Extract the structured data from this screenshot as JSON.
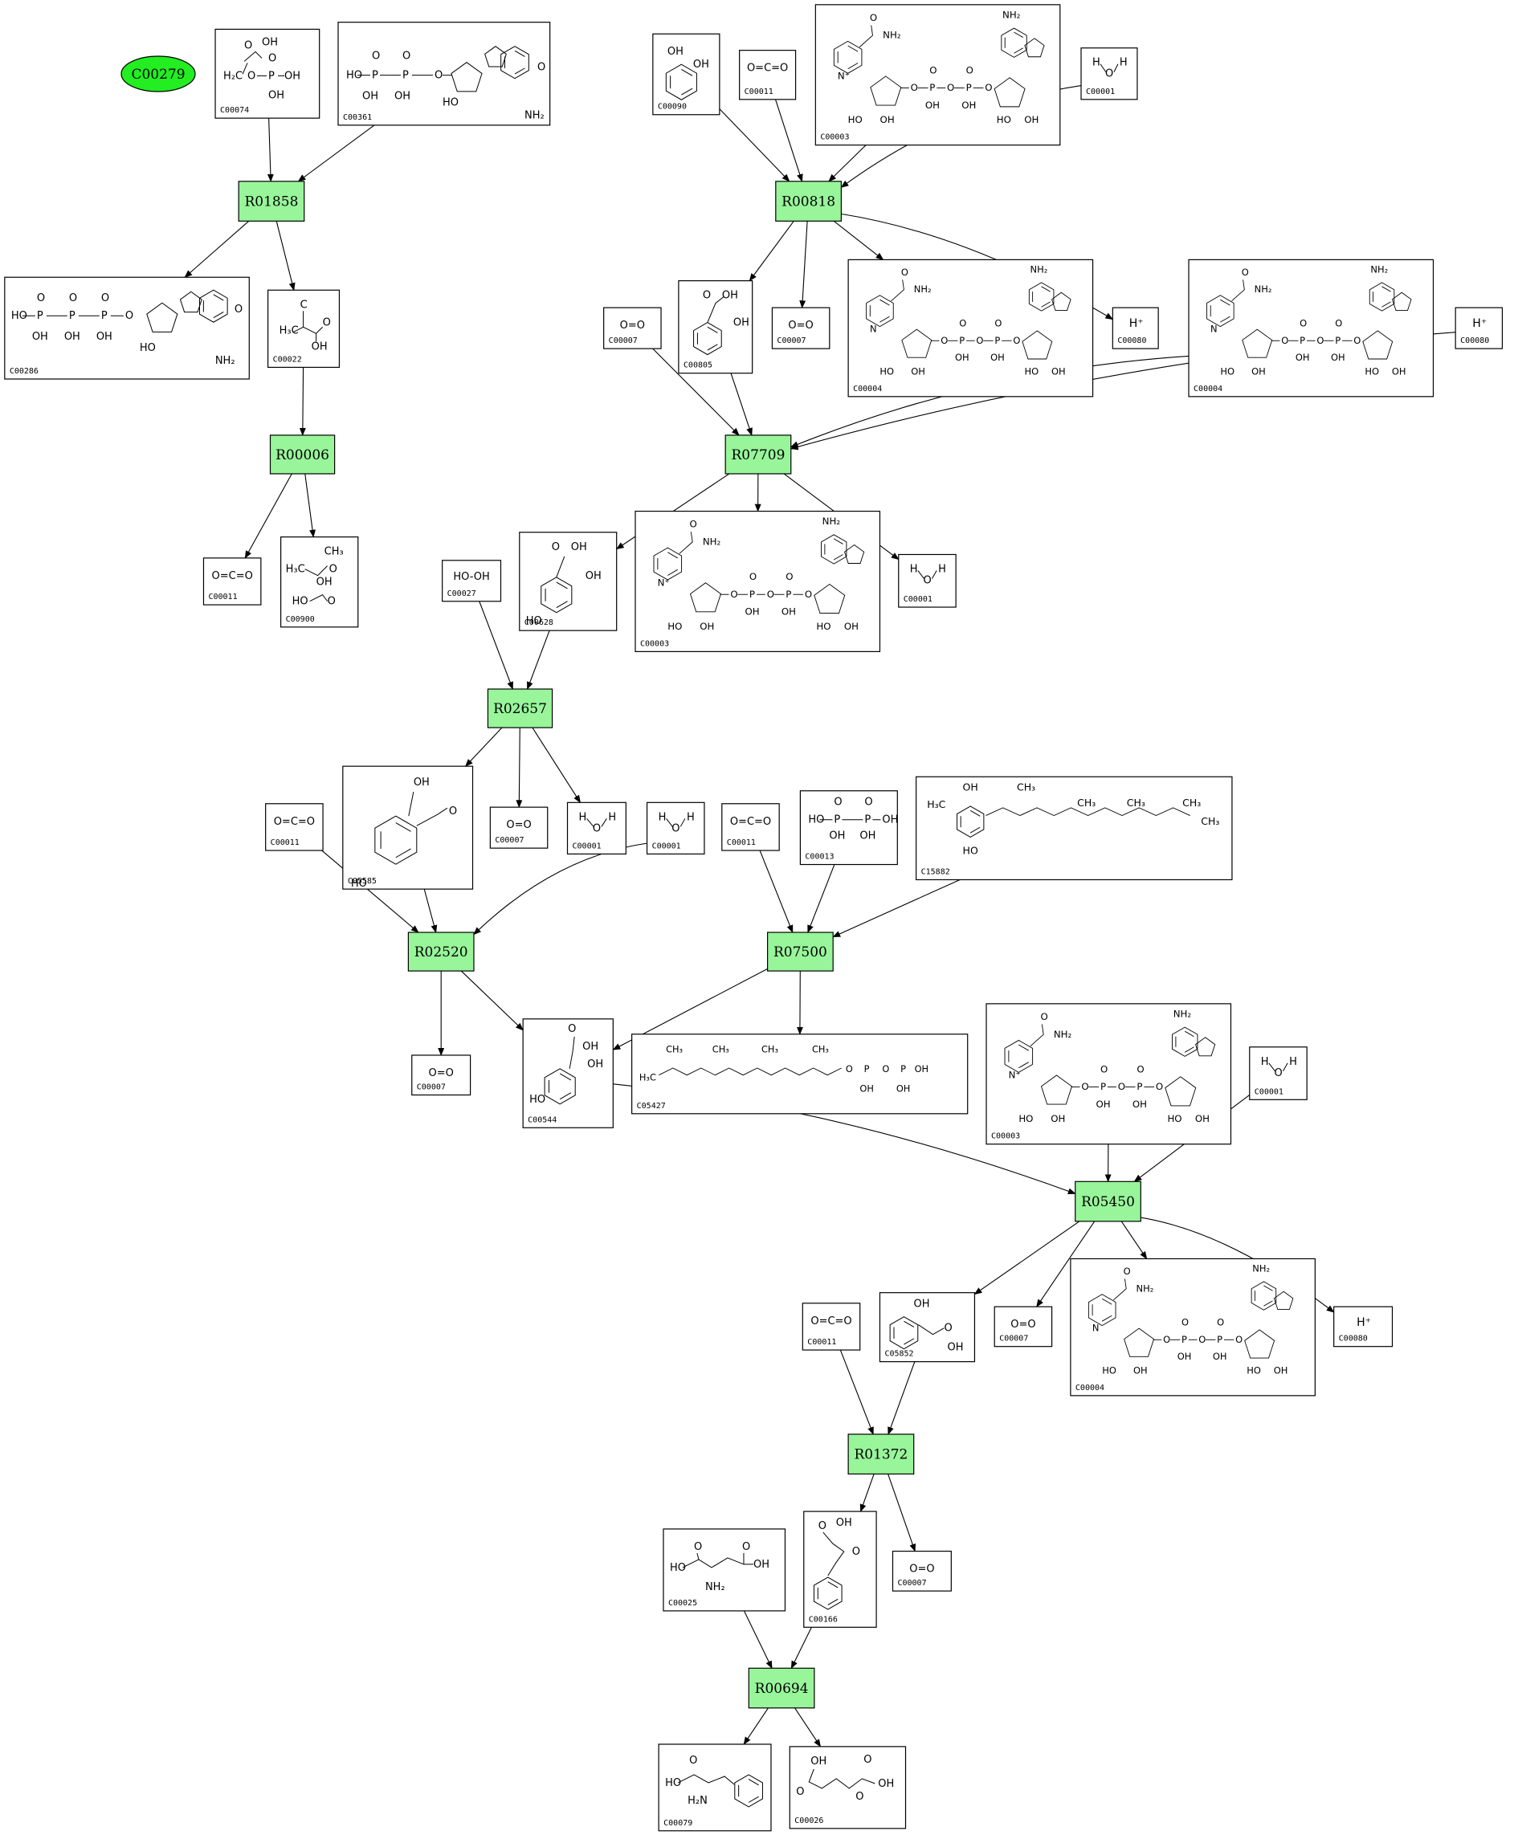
{
  "highlight": {
    "id": "C00279",
    "fill": "#22ee22"
  },
  "colors": {
    "reaction": "#98f59a",
    "highlight": "#22ee22",
    "line": "#000000"
  },
  "reactions": [
    {
      "key": "R01858",
      "label": "R01858"
    },
    {
      "key": "R00006",
      "label": "R00006"
    },
    {
      "key": "R00818",
      "label": "R00818"
    },
    {
      "key": "R07709",
      "label": "R07709"
    },
    {
      "key": "R02657",
      "label": "R02657"
    },
    {
      "key": "R02520",
      "label": "R02520"
    },
    {
      "key": "R07500",
      "label": "R07500"
    },
    {
      "key": "R05450",
      "label": "R05450"
    },
    {
      "key": "R01372",
      "label": "R01372"
    },
    {
      "key": "R00694",
      "label": "R00694"
    }
  ],
  "compounds": [
    {
      "key": "c00074",
      "id": "C00074",
      "struct": "pep"
    },
    {
      "key": "c00361",
      "id": "C00361",
      "struct": "nucleotide2"
    },
    {
      "key": "c00286",
      "id": "C00286",
      "struct": "nucleotide3"
    },
    {
      "key": "c00022",
      "id": "C00022",
      "struct": "pyruvate"
    },
    {
      "key": "c00011a",
      "id": "C00011",
      "struct": "co2"
    },
    {
      "key": "c00900",
      "id": "C00900",
      "struct": "acetolactate"
    },
    {
      "key": "c00090",
      "id": "C00090",
      "struct": "catechol"
    },
    {
      "key": "c00011b",
      "id": "C00011",
      "struct": "co2"
    },
    {
      "key": "c00003a",
      "id": "C00003",
      "struct": "nad"
    },
    {
      "key": "c00001a",
      "id": "C00001",
      "struct": "water"
    },
    {
      "key": "c00007a",
      "id": "C00007",
      "struct": "o2"
    },
    {
      "key": "c00805",
      "id": "C00805",
      "struct": "salicylate"
    },
    {
      "key": "c00007b",
      "id": "C00007",
      "struct": "o2"
    },
    {
      "key": "c00004a",
      "id": "C00004",
      "struct": "nadh"
    },
    {
      "key": "c00080a",
      "id": "C00080",
      "struct": "proton"
    },
    {
      "key": "c00004b",
      "id": "C00004",
      "struct": "nadh"
    },
    {
      "key": "c00080b",
      "id": "C00080",
      "struct": "proton"
    },
    {
      "key": "c00628",
      "id": "C00628",
      "struct": "gentisate"
    },
    {
      "key": "c00003b",
      "id": "C00003",
      "struct": "nad"
    },
    {
      "key": "c00001b",
      "id": "C00001",
      "struct": "water"
    },
    {
      "key": "c00027",
      "id": "C00027",
      "struct": "h2o2"
    },
    {
      "key": "c05585",
      "id": "C05585",
      "struct": "gentisaldehyde"
    },
    {
      "key": "c00007c",
      "id": "C00007",
      "struct": "o2"
    },
    {
      "key": "c00001c",
      "id": "C00001",
      "struct": "water"
    },
    {
      "key": "c00011c",
      "id": "C00011",
      "struct": "co2"
    },
    {
      "key": "c00001d",
      "id": "C00001",
      "struct": "water"
    },
    {
      "key": "c00011d",
      "id": "C00011",
      "struct": "co2"
    },
    {
      "key": "c00013",
      "id": "C00013",
      "struct": "pyrophosphate"
    },
    {
      "key": "c15882",
      "id": "C15882",
      "struct": "prenylphenol"
    },
    {
      "key": "c00007d",
      "id": "C00007",
      "struct": "o2"
    },
    {
      "key": "c00544",
      "id": "C00544",
      "struct": "homogentisate"
    },
    {
      "key": "c05427",
      "id": "C05427",
      "struct": "phytylpp"
    },
    {
      "key": "c00003c",
      "id": "C00003",
      "struct": "nad"
    },
    {
      "key": "c00001e",
      "id": "C00001",
      "struct": "water"
    },
    {
      "key": "c00011e",
      "id": "C00011",
      "struct": "co2"
    },
    {
      "key": "c05852",
      "id": "C05852",
      "struct": "hydroxyphenylacetate"
    },
    {
      "key": "c00007e",
      "id": "C00007",
      "struct": "o2"
    },
    {
      "key": "c00004c",
      "id": "C00004",
      "struct": "nadh"
    },
    {
      "key": "c00080c",
      "id": "C00080",
      "struct": "proton"
    },
    {
      "key": "c00025",
      "id": "C00025",
      "struct": "glutamate"
    },
    {
      "key": "c00166",
      "id": "C00166",
      "struct": "phenylpyruvate"
    },
    {
      "key": "c00007f",
      "id": "C00007",
      "struct": "o2"
    },
    {
      "key": "c00079",
      "id": "C00079",
      "struct": "phenylalanine"
    },
    {
      "key": "c00026",
      "id": "C00026",
      "struct": "oxoglutarate"
    }
  ],
  "edges": [
    [
      "c00074",
      "R01858"
    ],
    [
      "c00361",
      "R01858"
    ],
    [
      "R01858",
      "c00286"
    ],
    [
      "R01858",
      "c00022"
    ],
    [
      "c00022",
      "R00006"
    ],
    [
      "R00006",
      "c00011a"
    ],
    [
      "R00006",
      "c00900"
    ],
    [
      "c00090",
      "R00818"
    ],
    [
      "c00011b",
      "R00818"
    ],
    [
      "c00003a",
      "R00818"
    ],
    [
      "c00001a",
      "R00818"
    ],
    [
      "R00818",
      "c00805"
    ],
    [
      "R00818",
      "c00007a"
    ],
    [
      "R00818",
      "c00004a"
    ],
    [
      "R00818",
      "c00080a"
    ],
    [
      "c00007b",
      "R07709"
    ],
    [
      "c00805",
      "R07709"
    ],
    [
      "c00004b",
      "R07709"
    ],
    [
      "c00080b",
      "R07709"
    ],
    [
      "R07709",
      "c00628"
    ],
    [
      "R07709",
      "c00003b"
    ],
    [
      "R07709",
      "c00001b"
    ],
    [
      "c00027",
      "R02657"
    ],
    [
      "c00628",
      "R02657"
    ],
    [
      "R02657",
      "c05585"
    ],
    [
      "R02657",
      "c00007c"
    ],
    [
      "R02657",
      "c00001c"
    ],
    [
      "c00011c",
      "R02520"
    ],
    [
      "c05585",
      "R02520"
    ],
    [
      "c00001d",
      "R02520"
    ],
    [
      "R02520",
      "c00007d"
    ],
    [
      "R02520",
      "c00544"
    ],
    [
      "c00011d",
      "R07500"
    ],
    [
      "c00013",
      "R07500"
    ],
    [
      "c15882",
      "R07500"
    ],
    [
      "R07500",
      "c00544"
    ],
    [
      "R07500",
      "c05427"
    ],
    [
      "c00544",
      "R05450"
    ],
    [
      "c00003c",
      "R05450"
    ],
    [
      "c00001e",
      "R05450"
    ],
    [
      "R05450",
      "c05852"
    ],
    [
      "R05450",
      "c00007e"
    ],
    [
      "R05450",
      "c00004c"
    ],
    [
      "R05450",
      "c00080c"
    ],
    [
      "c00011e",
      "R01372"
    ],
    [
      "c05852",
      "R01372"
    ],
    [
      "R01372",
      "c00166"
    ],
    [
      "R01372",
      "c00007f"
    ],
    [
      "c00025",
      "R00694"
    ],
    [
      "c00166",
      "R00694"
    ],
    [
      "R00694",
      "c00079"
    ],
    [
      "R00694",
      "c00026"
    ]
  ]
}
